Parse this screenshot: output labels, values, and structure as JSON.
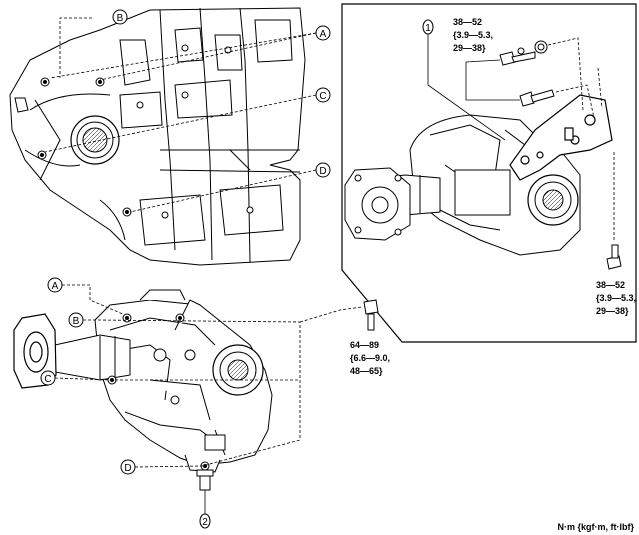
{
  "callouts": {
    "a": "A",
    "b": "B",
    "c": "C",
    "d": "D",
    "n1": "1",
    "n2": "2"
  },
  "torque_inset_top": [
    "38—52",
    "{3.9—5.3,",
    "29—38}"
  ],
  "torque_inset_bottom": [
    "38—52",
    "{3.9—5.3,",
    "29—38}"
  ],
  "torque_main": [
    "64—89",
    "{6.6—9.0,",
    "48—65}"
  ],
  "units_label": "N·m {kgf·m, ft·lbf}"
}
